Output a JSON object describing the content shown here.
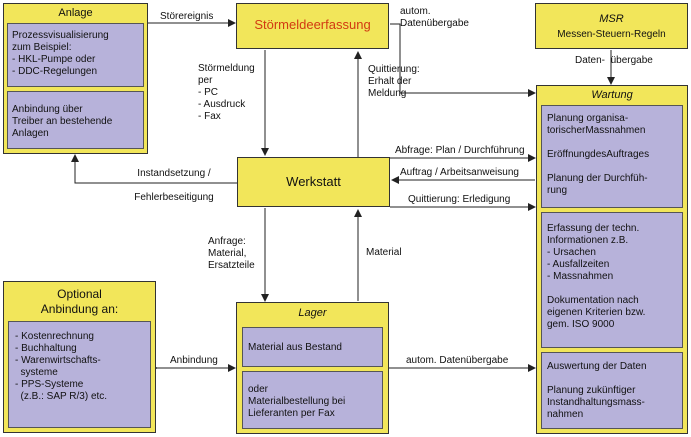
{
  "boxes": {
    "anlage": {
      "title": "Anlage",
      "sub1": "Prozessvisualisierung\nzum Beispiel:\n- HKL-Pumpe oder\n- DDC-Regelungen",
      "sub2": "Anbindung über\nTreiber an bestehende\nAnlagen"
    },
    "stoermeld": {
      "title": "Störmeldeerfassung"
    },
    "msr": {
      "title": "MSR",
      "sub": "Messen-Steuern-Regeln"
    },
    "werkstatt": {
      "title": "Werkstatt"
    },
    "wartung": {
      "title": "Wartung",
      "sub1": "Planung organisa-\ntorischerMassnahmen\n\nEröffnungdesAuftrages\n\nPlanung der Durchfüh-\nrung",
      "sub2": "Erfassung der techn.\nInformationen z.B.\n- Ursachen\n- Ausfallzeiten\n- Massnahmen\n\nDokumentation nach\neigenen Kriterien bzw.\ngem. ISO 9000",
      "sub3": "Auswertung der Daten\n\nPlanung zukünftiger\nInstandhaltungsmass-\nnahmen"
    },
    "optional": {
      "title": "Optional\nAnbindung an:",
      "sub": "- Kostenrechnung\n- Buchhaltung\n- Warenwirtschafts-\n  systeme\n- PPS-Systeme\n  (z.B.: SAP R/3) etc."
    },
    "lager": {
      "title": "Lager",
      "sub1": "Material aus Bestand",
      "sub2": "oder\nMaterialbestellung bei\nLieferanten per Fax"
    }
  },
  "labels": {
    "stoerereignis": "Störereignis",
    "autom_datenuebergabe_top": "autom.\nDatenübergabe",
    "daten_uebergabe": "Daten-  übergabe",
    "stoermeldung": "Störmeldung\nper\n- PC\n- Ausdruck\n- Fax",
    "quittierung_erhalt": "Quittierung:\nErhalt der\nMeldung",
    "abfrage_plan": "Abfrage: Plan / Durchführung",
    "auftrag": "Auftrag / Arbeitsanweisung",
    "quittierung_erledigung": "Quittierung: Erledigung",
    "instandsetzung": "Instandsetzung /\n\nFehlerbeseitigung",
    "anfrage_material": "Anfrage:\nMaterial,\nErsatzteile",
    "material": "Material",
    "anbindung": "Anbindung",
    "autom_datenuebergabe_bottom": "autom. Datenübergabe"
  }
}
